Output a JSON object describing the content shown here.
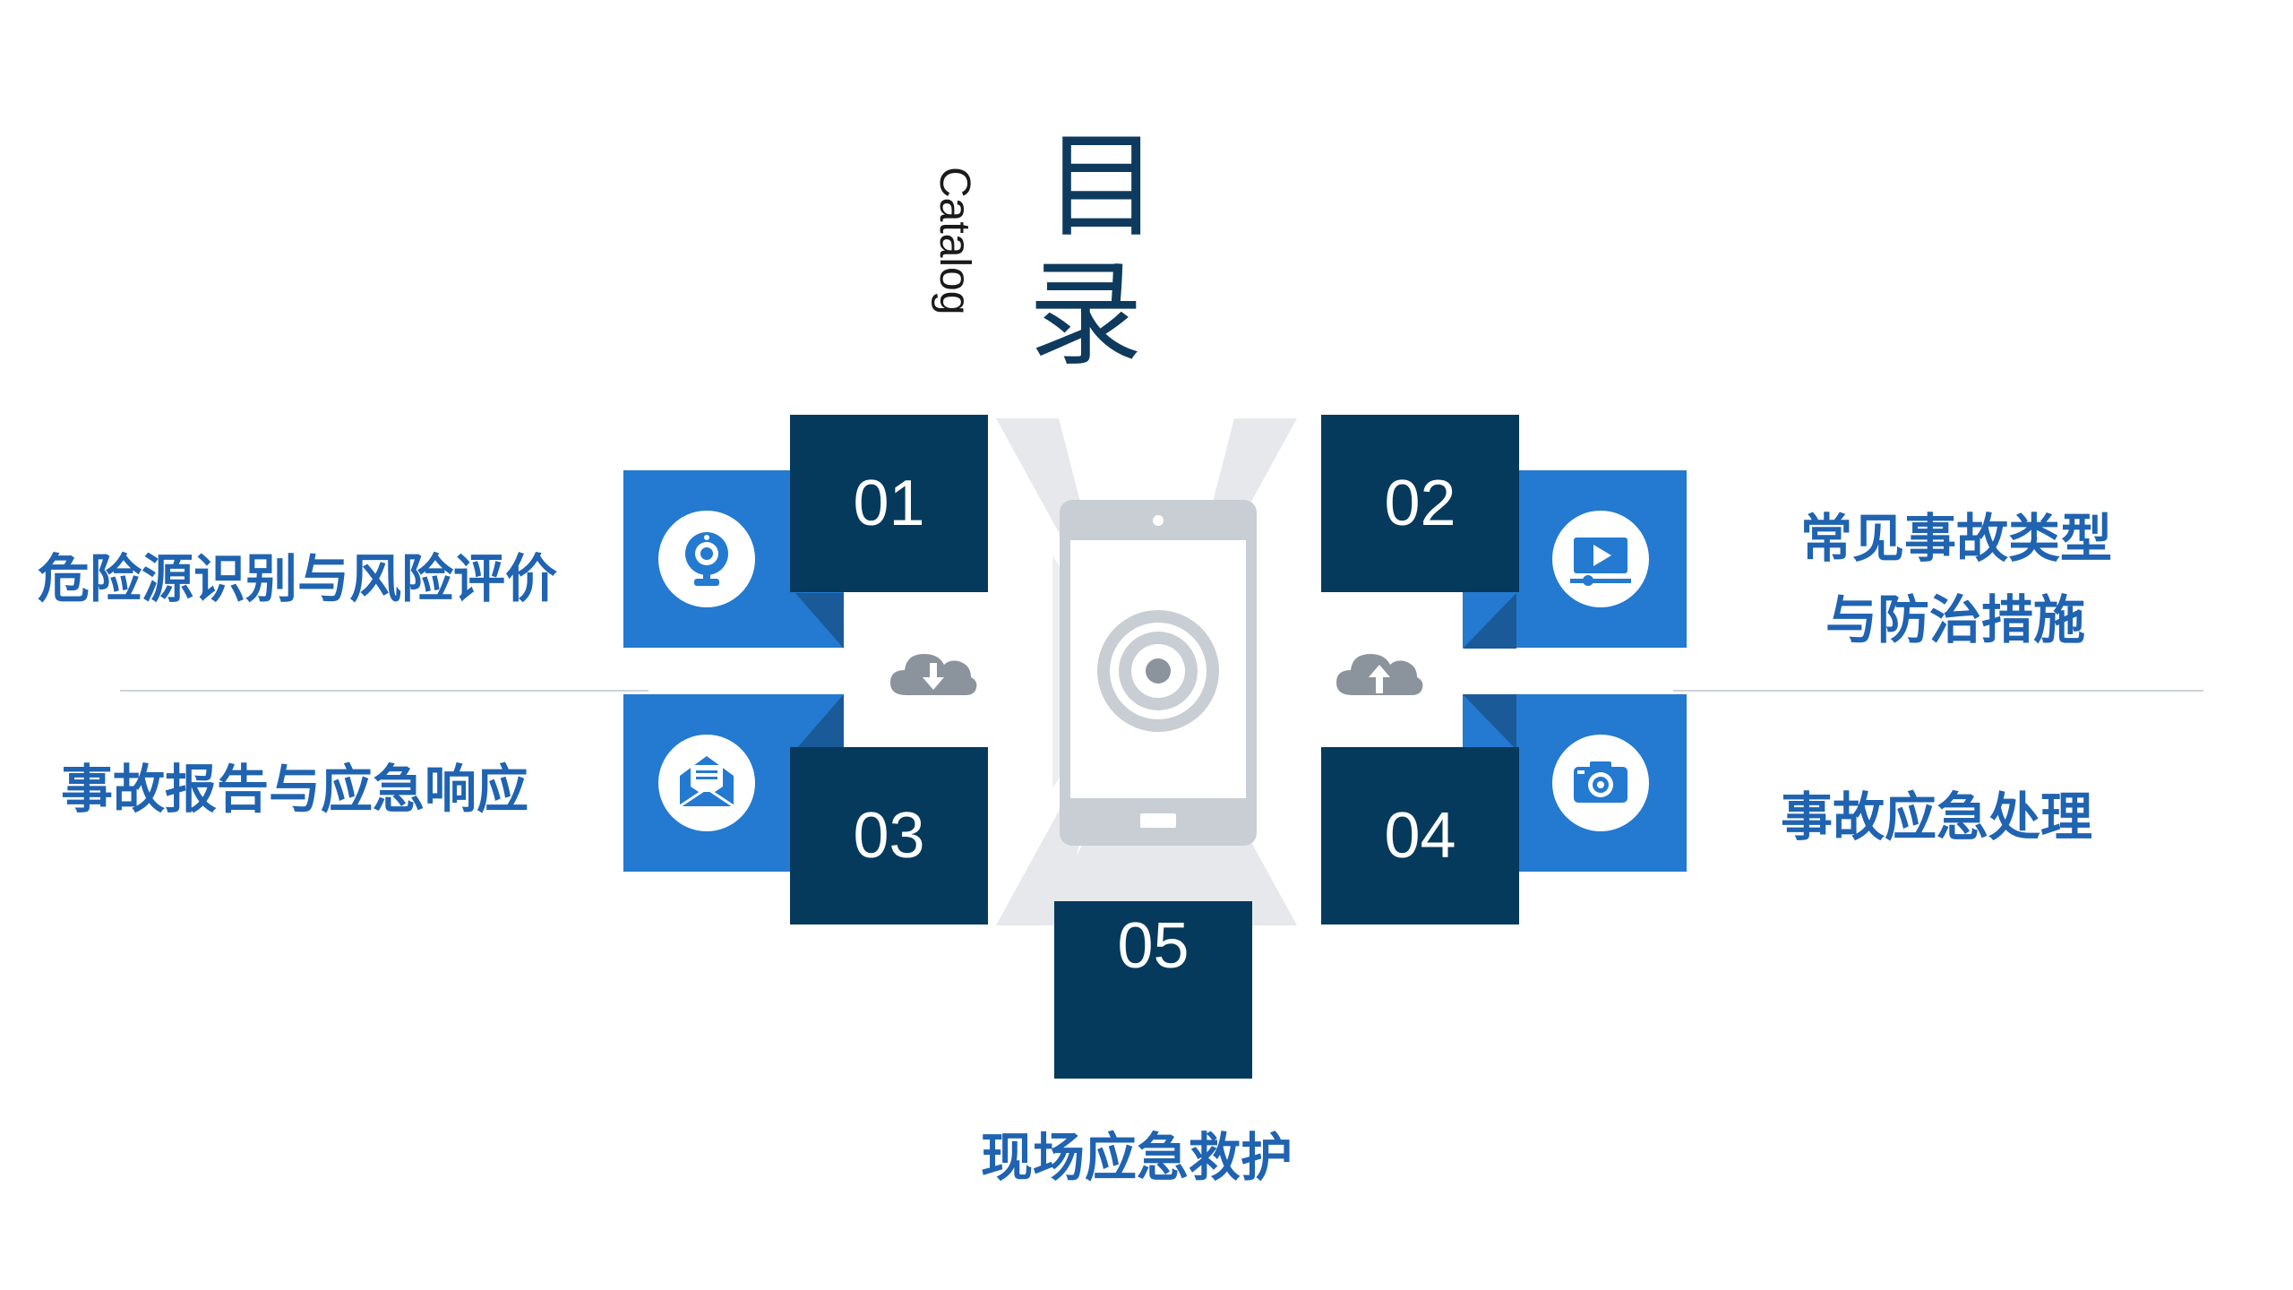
{
  "title": {
    "chars": [
      "目",
      "录"
    ],
    "subtitle": "Catalog"
  },
  "items": [
    {
      "number": "01",
      "label": "危险源识别与风险评价",
      "icon": "webcam-icon"
    },
    {
      "number": "02",
      "label_lines": [
        "常见事故类型",
        "与防治措施"
      ],
      "icon": "video-player-icon"
    },
    {
      "number": "03",
      "label": "事故报告与应急响应",
      "icon": "mail-icon"
    },
    {
      "number": "04",
      "label": "事故应急处理",
      "icon": "camera-icon"
    },
    {
      "number": "05",
      "label": "现场应急救护"
    }
  ],
  "decor": {
    "left_cloud": "cloud-download-icon",
    "right_cloud": "cloud-upload-icon",
    "center": "smartphone-target-icon"
  },
  "colors": {
    "dark_navy": "#053a5c",
    "blue": "#237ad0",
    "label_blue": "#1f63b1",
    "title_navy": "#0e3a5e",
    "gray": "#c9ced4",
    "cloud_gray": "#8b939c"
  }
}
